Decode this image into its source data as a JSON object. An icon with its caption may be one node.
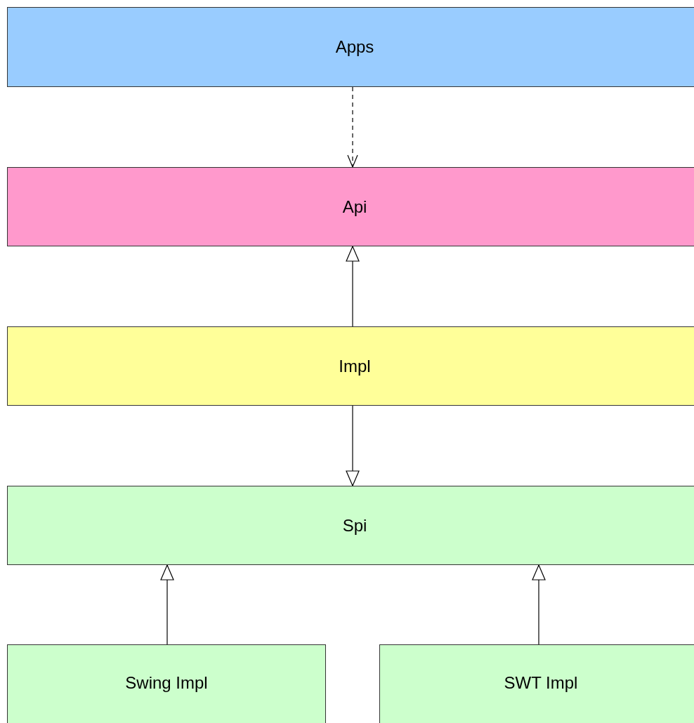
{
  "diagram": {
    "nodes": [
      {
        "text": [
          "Apps"
        ]
      },
      {
        "text": [
          "Api"
        ]
      },
      {
        "text": [
          "Impl"
        ]
      },
      {
        "text": [
          "Spi"
        ]
      },
      {
        "text": [
          "Swing Impl"
        ]
      },
      {
        "text": [
          "SWT Impl"
        ]
      }
    ],
    "edges": [
      {
        "from": 0,
        "to": 1,
        "arrow": "to",
        "style": "dashed"
      },
      {
        "from": 2,
        "to": 1,
        "arrow": "to"
      },
      {
        "from": 2,
        "to": 3,
        "arrow": "to"
      },
      {
        "from": 4,
        "to": 3,
        "arrow": "to"
      },
      {
        "from": 5,
        "to": 3,
        "arrow": "to"
      }
    ]
  }
}
